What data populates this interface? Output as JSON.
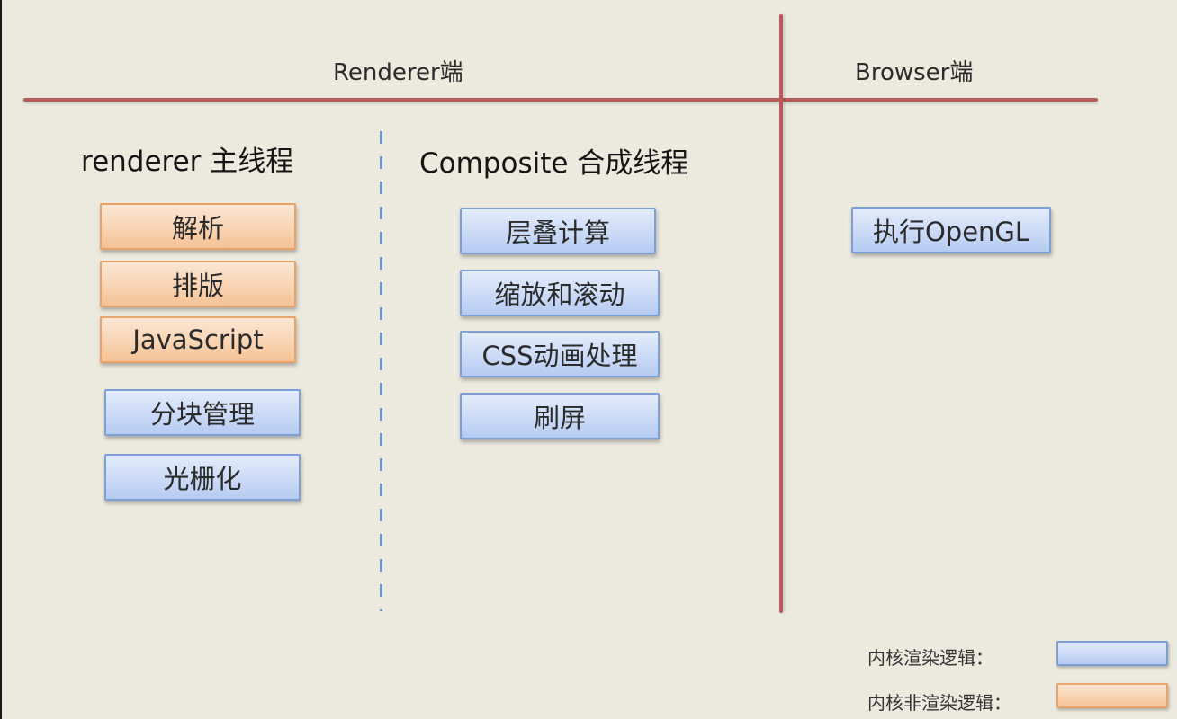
{
  "zones": {
    "renderer": "Renderer端",
    "browser": "Browser端"
  },
  "columns": {
    "main_thread": {
      "title": "renderer 主线程",
      "items": [
        {
          "label": "解析",
          "type": "non-render"
        },
        {
          "label": "排版",
          "type": "non-render"
        },
        {
          "label": "JavaScript",
          "type": "non-render"
        },
        {
          "label": "分块管理",
          "type": "render"
        },
        {
          "label": "光栅化",
          "type": "render"
        }
      ]
    },
    "composite_thread": {
      "title": "Composite 合成线程",
      "items": [
        {
          "label": "层叠计算",
          "type": "render"
        },
        {
          "label": "缩放和滚动",
          "type": "render"
        },
        {
          "label": "CSS动画处理",
          "type": "render"
        },
        {
          "label": "刷屏",
          "type": "render"
        }
      ]
    },
    "browser": {
      "items": [
        {
          "label": "执行OpenGL",
          "type": "render"
        }
      ]
    }
  },
  "legend": [
    {
      "label": "内核渲染逻辑：",
      "type": "render",
      "color": "#c6d6f5"
    },
    {
      "label": "内核非渲染逻辑：",
      "type": "non-render",
      "color": "#f8d1b0"
    }
  ],
  "colors": {
    "background": "#ece9df",
    "divider": "#b85a5a",
    "thread_separator": "#6f94cf",
    "render_box": "#c6d6f5",
    "non_render_box": "#f8d1b0"
  }
}
